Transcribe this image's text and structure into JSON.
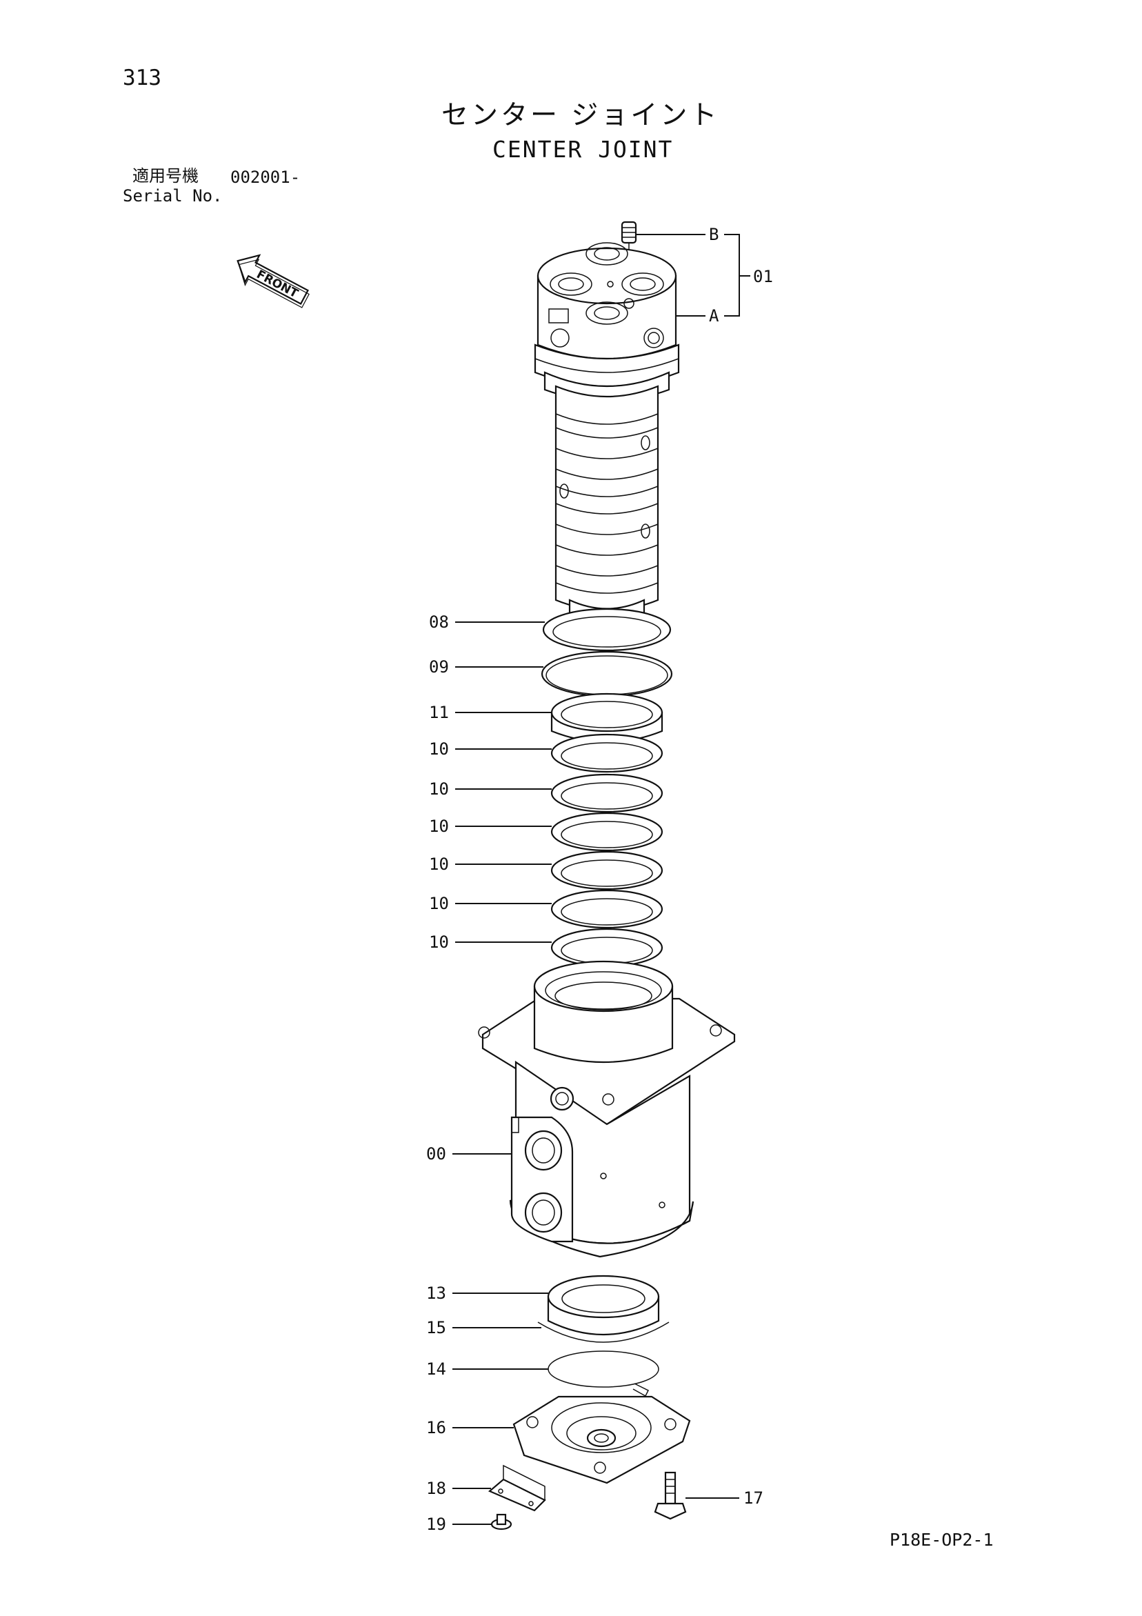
{
  "page": {
    "number": "313",
    "title_ja": "センター ジョイント",
    "title_en": "CENTER JOINT",
    "serial_label_ja": "適用号機",
    "serial_range": "002001-",
    "serial_label_en": "Serial No.",
    "drawing_code": "P18E-OP2-1"
  },
  "front_arrow": {
    "label": "FRONT"
  },
  "callouts": [
    {
      "id": "B",
      "label": "B"
    },
    {
      "id": "A",
      "label": "A"
    },
    {
      "id": "01",
      "label": "01"
    },
    {
      "id": "08",
      "label": "08"
    },
    {
      "id": "09",
      "label": "09"
    },
    {
      "id": "11",
      "label": "11"
    },
    {
      "id": "10a",
      "label": "10"
    },
    {
      "id": "10b",
      "label": "10"
    },
    {
      "id": "10c",
      "label": "10"
    },
    {
      "id": "10d",
      "label": "10"
    },
    {
      "id": "10e",
      "label": "10"
    },
    {
      "id": "10f",
      "label": "10"
    },
    {
      "id": "00",
      "label": "00"
    },
    {
      "id": "13",
      "label": "13"
    },
    {
      "id": "15",
      "label": "15"
    },
    {
      "id": "14",
      "label": "14"
    },
    {
      "id": "16",
      "label": "16"
    },
    {
      "id": "18",
      "label": "18"
    },
    {
      "id": "19",
      "label": "19"
    },
    {
      "id": "17",
      "label": "17"
    }
  ]
}
